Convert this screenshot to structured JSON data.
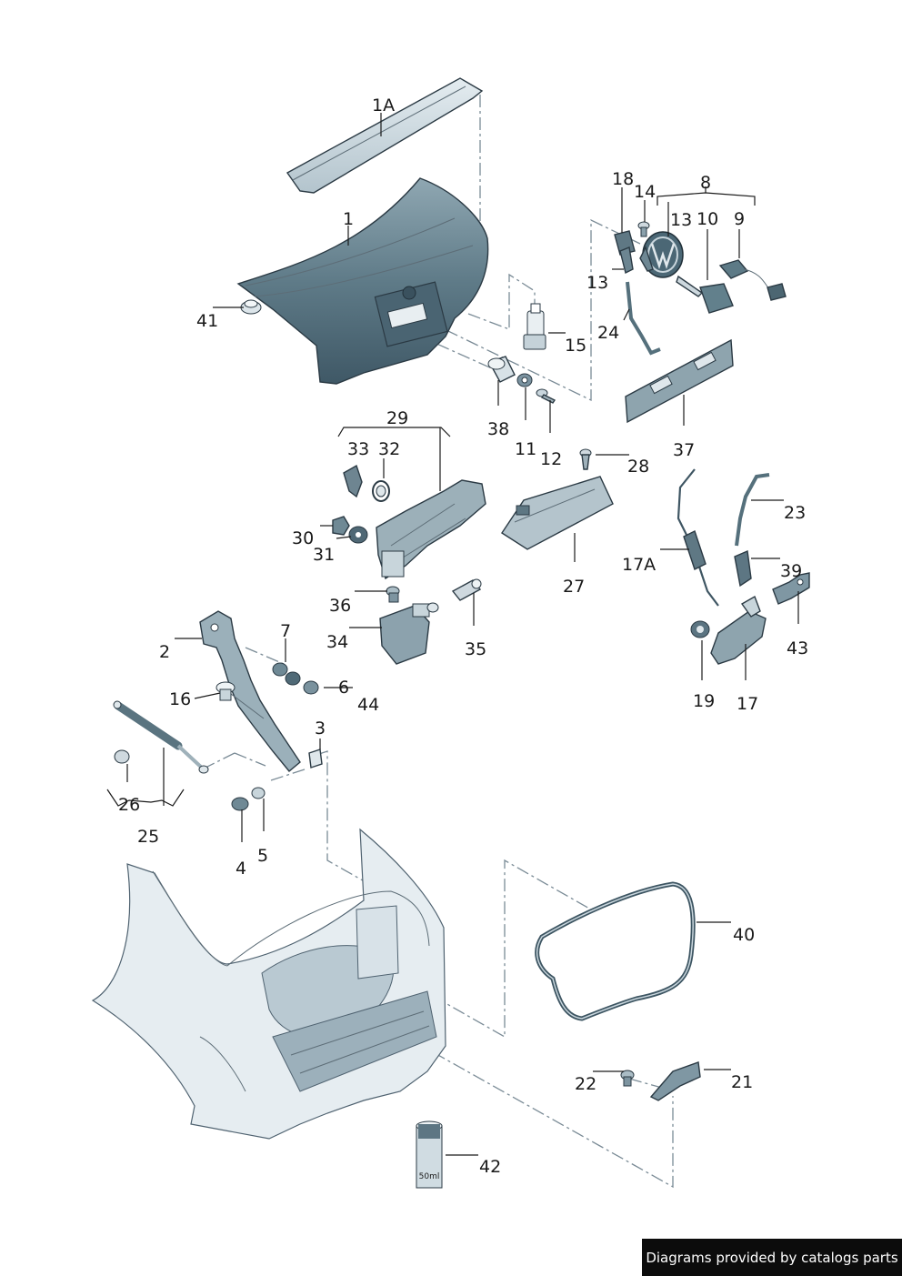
{
  "labels": {
    "p1A": "1A",
    "p1": "1",
    "p41": "41",
    "p18": "18",
    "p14": "14",
    "p8": "8",
    "p13a": "13",
    "p10": "10",
    "p9": "9",
    "p13b": "13",
    "p24": "24",
    "p15": "15",
    "p38": "38",
    "p11": "11",
    "p12": "12",
    "p37": "37",
    "p29": "29",
    "p33": "33",
    "p32": "32",
    "p28": "28",
    "p30": "30",
    "p31": "31",
    "p23": "23",
    "p17A": "17A",
    "p27": "27",
    "p39": "39",
    "p36": "36",
    "p34": "34",
    "p35": "35",
    "p43": "43",
    "p2": "2",
    "p7": "7",
    "p16": "16",
    "p6": "6",
    "p44": "44",
    "p19": "19",
    "p17": "17",
    "p3": "3",
    "p26": "26",
    "p25": "25",
    "p4": "4",
    "p5": "5",
    "p40": "40",
    "p22": "22",
    "p21": "21",
    "p42": "42"
  },
  "can_text": "50ml",
  "footer": {
    "text": "Diagrams provided by catalogs parts"
  },
  "colors": {
    "part_fill": "#5f7b88",
    "part_light": "#c9d6dd",
    "body_fill": "#dfe8ee",
    "accent": "#0c0c0c"
  }
}
